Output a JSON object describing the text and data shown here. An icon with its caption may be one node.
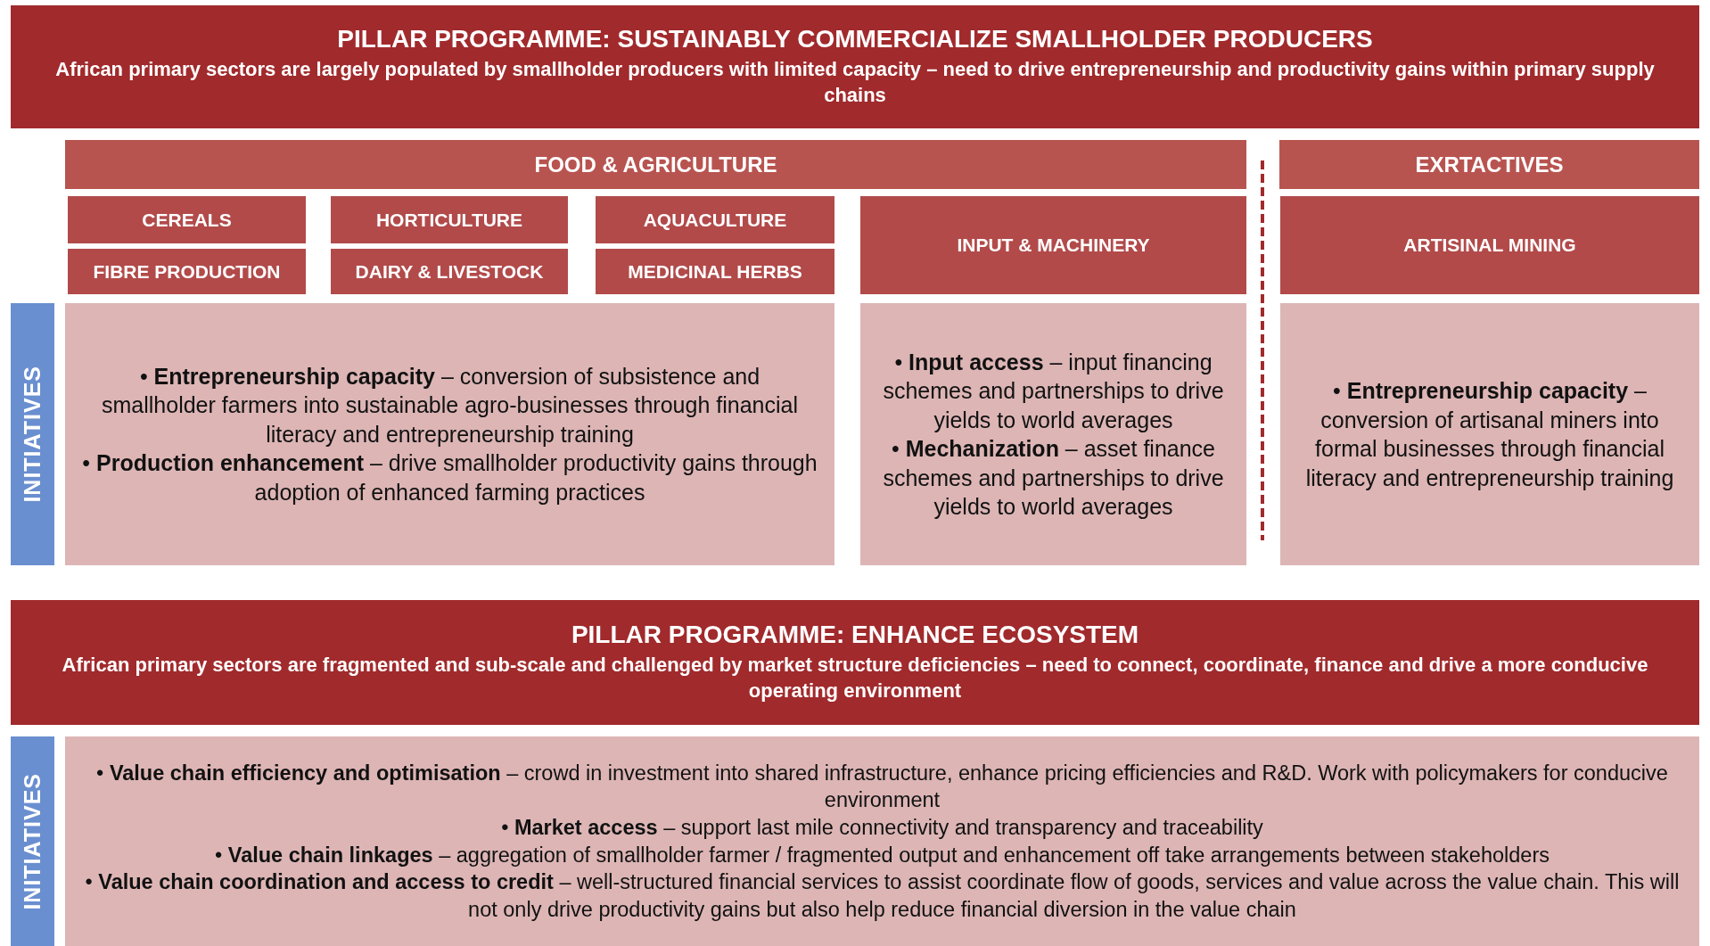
{
  "diagram": {
    "nodes": [
      {
        "text": [
          "PILLAR PROGRAMME: SUSTAINABLY COMMERCIALIZE SMALLHOLDER PRODUCERS",
          "African primary sectors are largely populated by smallholder producers with limited capacity – need to drive entrepreneurship and productivity gains within primary supply chains"
        ]
      },
      {
        "text": [
          "FOOD & AGRICULTURE"
        ]
      },
      {
        "text": [
          "EXRTACTIVES"
        ]
      },
      {
        "text": [
          "CEREALS"
        ]
      },
      {
        "text": [
          "HORTICULTURE"
        ]
      },
      {
        "text": [
          "AQUACULTURE"
        ]
      },
      {
        "text": [
          "FIBRE PRODUCTION"
        ]
      },
      {
        "text": [
          "DAIRY & LIVESTOCK"
        ]
      },
      {
        "text": [
          "MEDICINAL HERBS"
        ]
      },
      {
        "text": [
          "INPUT & MACHINERY"
        ]
      },
      {
        "text": [
          "ARTISINAL MINING"
        ]
      },
      {
        "text": [
          "INITIATIVES"
        ]
      },
      {
        "text": [
          "• **Entrepreneurship capacity** – conversion of subsistence and smallholder farmers into sustainable agro-businesses through financial literacy and entrepreneurship training",
          "• **Production enhancement** – drive smallholder productivity gains through adoption of enhanced farming practices"
        ]
      },
      {
        "text": [
          "• **Input access** – input financing schemes and partnerships to drive yields to world averages",
          "• **Mechanization** – asset finance schemes and partnerships to drive yields to world averages"
        ]
      },
      {
        "text": [
          "• **Entrepreneurship capacity** – conversion of artisanal miners into formal businesses through financial literacy and entrepreneurship training"
        ]
      },
      {
        "text": [
          "PILLAR PROGRAMME: ENHANCE ECOSYSTEM",
          "African primary sectors are fragmented and sub-scale and challenged by market structure deficiencies – need to connect, coordinate, finance and drive a more conducive operating environment"
        ]
      },
      {
        "text": [
          "INITIATIVES"
        ]
      },
      {
        "text": [
          "• **Value chain efficiency and optimisation** – crowd in investment into shared infrastructure, enhance pricing efficiencies and R&D. Work with policymakers for conducive environment",
          "• **Market access** – support last mile connectivity and transparency and traceability",
          "• **Value chain linkages** – aggregation of smallholder farmer / fragmented output and enhancement off take arrangements between stakeholders",
          "• **Value chain coordination and access to credit** – well-structured financial services to assist coordinate flow of goods, services and value across the value chain. This will not only drive productivity gains but also help reduce financial diversion in the value chain"
        ]
      }
    ]
  }
}
